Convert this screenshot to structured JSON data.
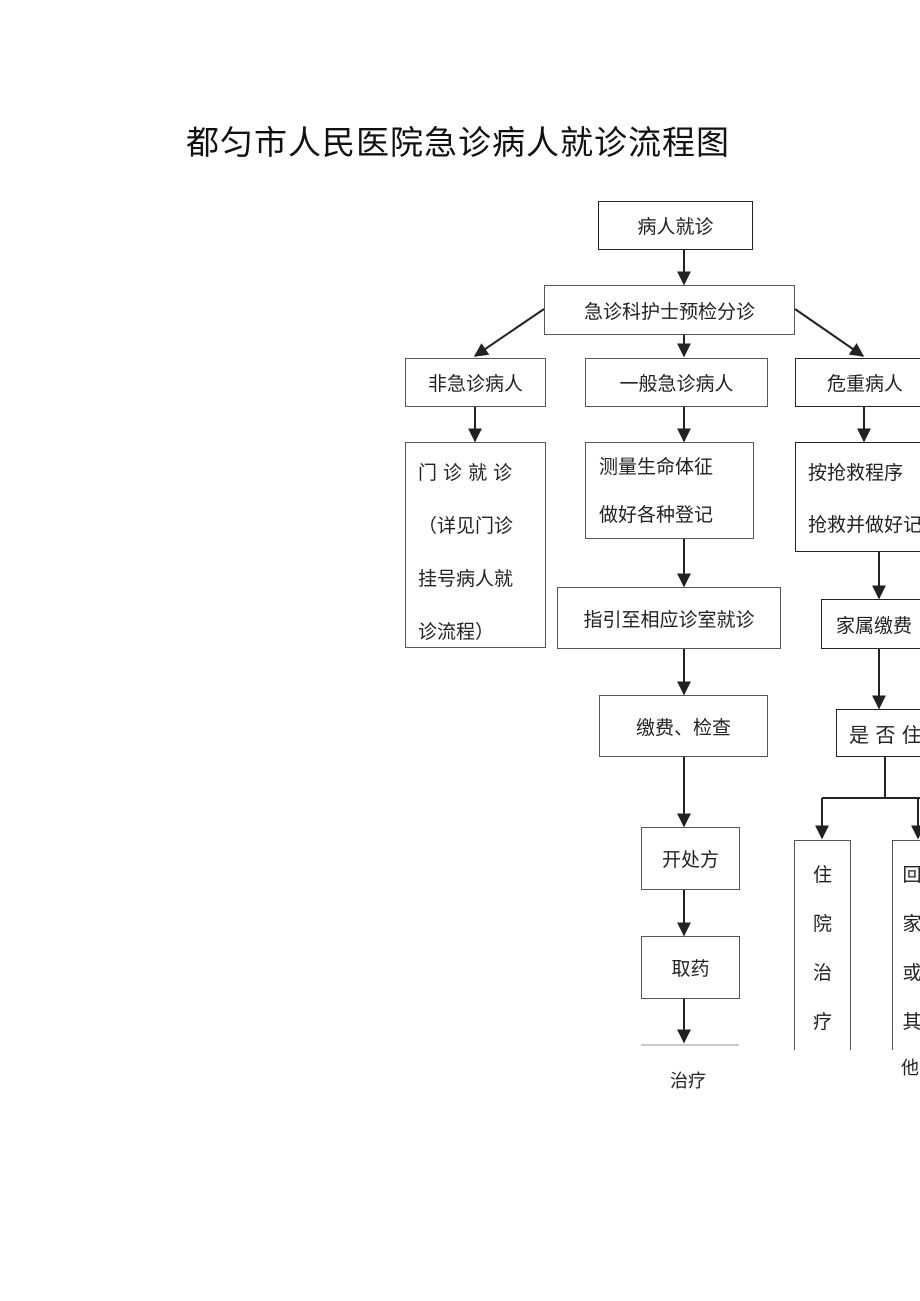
{
  "title": "都匀市人民医院急诊病人就诊流程图",
  "nodes": {
    "start": "病人就诊",
    "triage": "急诊科护士预检分诊",
    "non_emergency": "非急诊病人",
    "general_emergency": "一般急诊病人",
    "critical": "危重病人",
    "outpatient": {
      "line1": "门 诊 就 诊",
      "line2": "（详见门诊",
      "line3": "挂号病人就",
      "line4": "诊流程）"
    },
    "measure_vitals": {
      "line1": "测量生命体征",
      "line2": "做好各种登记"
    },
    "rescue": {
      "line1": "按抢救程序",
      "line2": "抢救并做好记"
    },
    "guide_clinic": "指引至相应诊室就诊",
    "family_pay": "家属缴费",
    "pay_exam": "缴费、检查",
    "admit_decision": "是 否 住",
    "prescribe": "开处方",
    "hospital_treatment": [
      "住",
      "院",
      "治",
      "疗"
    ],
    "go_home": [
      "回",
      "家",
      "或",
      "其"
    ],
    "take_medicine": "取药",
    "treatment_label": "治疗",
    "other_label": "他"
  }
}
